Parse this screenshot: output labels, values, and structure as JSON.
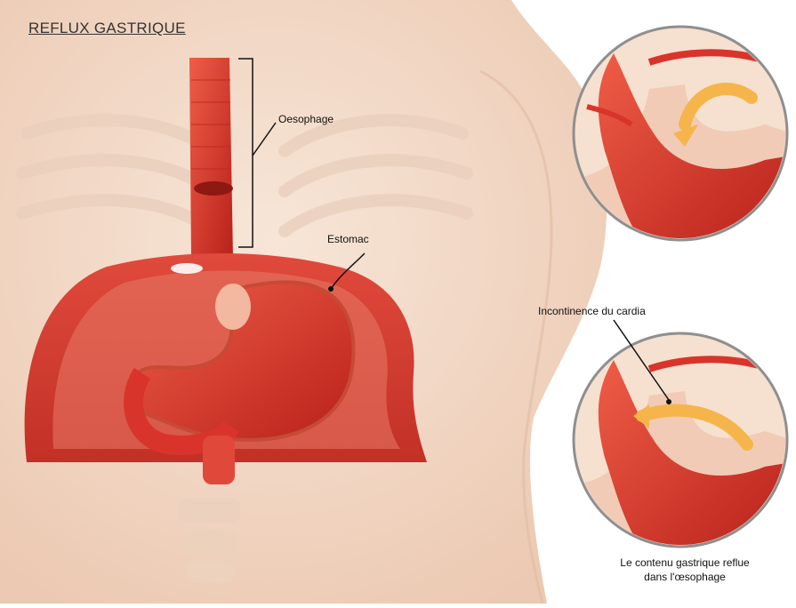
{
  "title": "REFLUX GASTRIQUE",
  "labels": {
    "oesophage": "Oesophage",
    "estomac": "Estomac",
    "incontinence": "Incontinence du cardia"
  },
  "caption": {
    "line1": "Le contenu gastrique reflue",
    "line2": "dans l'œsophage"
  },
  "colors": {
    "skin": "#f3dccb",
    "skin_shadow": "#e8c7b0",
    "organ": "#d9342b",
    "organ_dark": "#a81d18",
    "organ_light": "#ef6a55",
    "arrow": "#f5b54a",
    "lens_border": "#9e9e9e"
  },
  "icons": {
    "reflux_arrow": "curved-arrow-icon",
    "leader": "leader-line"
  }
}
